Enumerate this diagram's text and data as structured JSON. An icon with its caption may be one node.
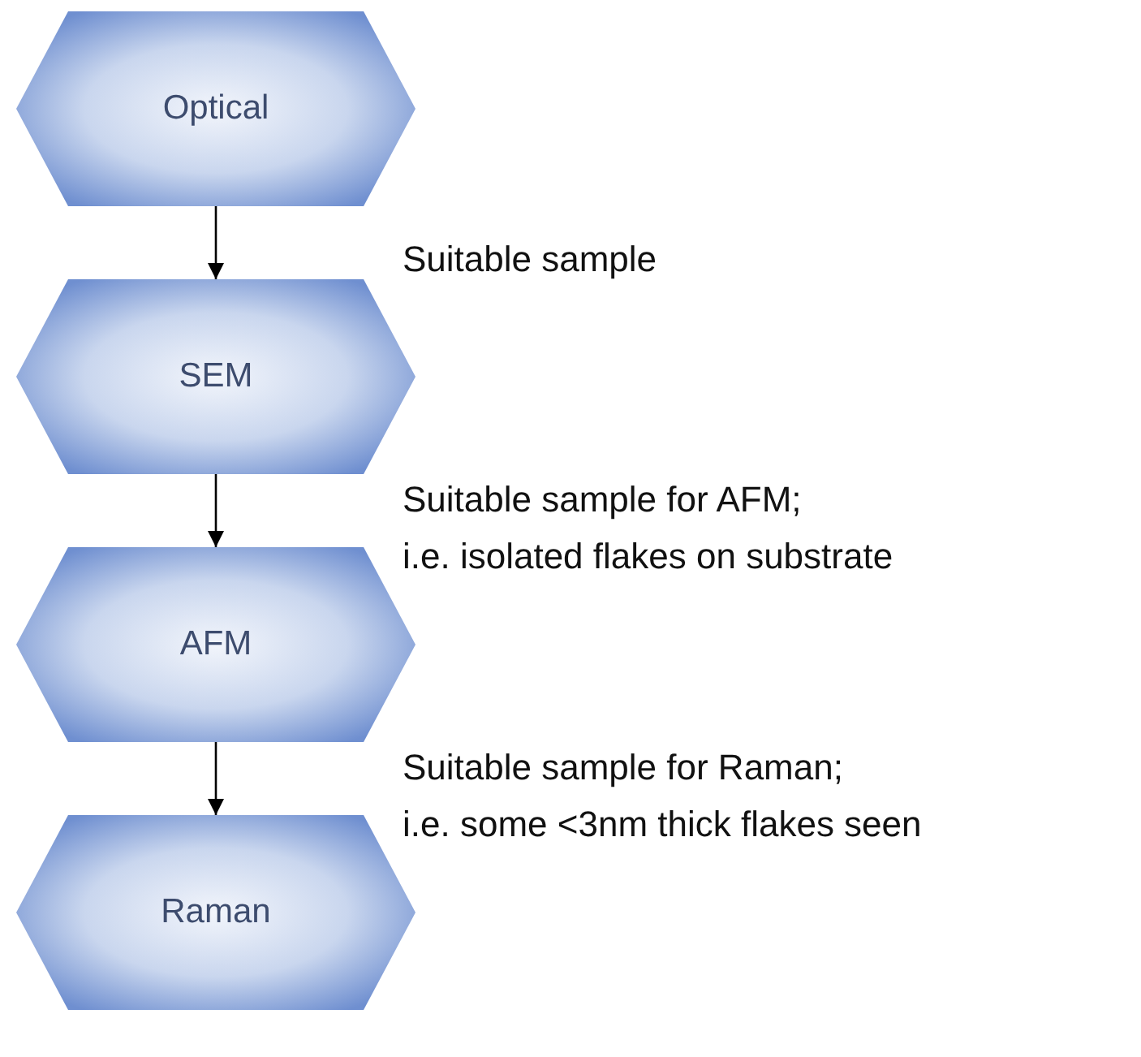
{
  "diagram": {
    "nodes": [
      {
        "text": [
          "Optical"
        ]
      },
      {
        "text": [
          "SEM"
        ]
      },
      {
        "text": [
          "AFM"
        ]
      },
      {
        "text": [
          "Raman"
        ]
      }
    ],
    "edges": [
      {
        "from": 0,
        "to": 1,
        "arrow": "to"
      },
      {
        "from": 1,
        "to": 2,
        "arrow": "to"
      },
      {
        "from": 2,
        "to": 3,
        "arrow": "to"
      }
    ],
    "labels": [
      "Suitable sample",
      "Suitable sample for AFM; i.e. isolated flakes on substrate",
      "Suitable sample for Raman; i.e. some <3nm thick flakes seen"
    ]
  }
}
